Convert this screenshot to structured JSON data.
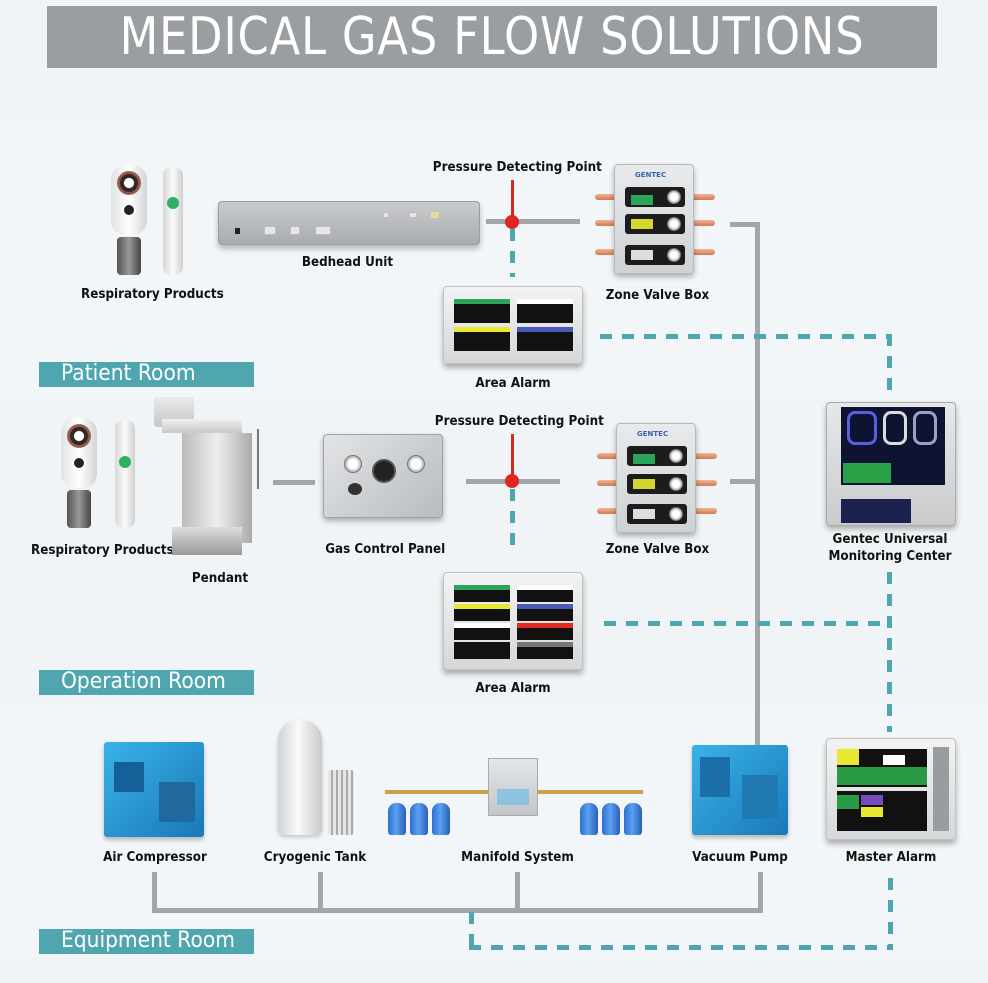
{
  "title": "MEDICAL GAS FLOW SOLUTIONS",
  "rooms": [
    {
      "label": "Patient Room"
    },
    {
      "label": "Operation Room"
    },
    {
      "label": "Equipment Room"
    }
  ],
  "patient_room": {
    "respiratory": "Respiratory Products",
    "bedhead": "Bedhead Unit",
    "pressure_point": "Pressure Detecting Point",
    "zone_valve": "Zone Valve Box",
    "area_alarm": "Area Alarm",
    "zone_valve_brand": "GENTEC"
  },
  "operation_room": {
    "respiratory": "Respiratory Products",
    "pendant": "Pendant",
    "gas_control_panel": "Gas Control Panel",
    "pressure_point": "Pressure Detecting Point",
    "zone_valve": "Zone Valve Box",
    "area_alarm": "Area Alarm",
    "zone_valve_brand": "GENTEC"
  },
  "monitoring": {
    "line1": "Gentec Universal",
    "line2": "Monitoring Center"
  },
  "equipment_room": {
    "air_compressor": "Air Compressor",
    "cryogenic_tank": "Cryogenic Tank",
    "manifold": "Manifold System",
    "vacuum_pump": "Vacuum Pump",
    "master_alarm": "Master Alarm"
  },
  "colors": {
    "title_bg": "#9a9ea1",
    "room_label_bg": "#4fa6ae",
    "pipe_line": "#a3a6a8",
    "signal_dash": "#4fa6ae",
    "pressure_point": "#e0241e"
  }
}
